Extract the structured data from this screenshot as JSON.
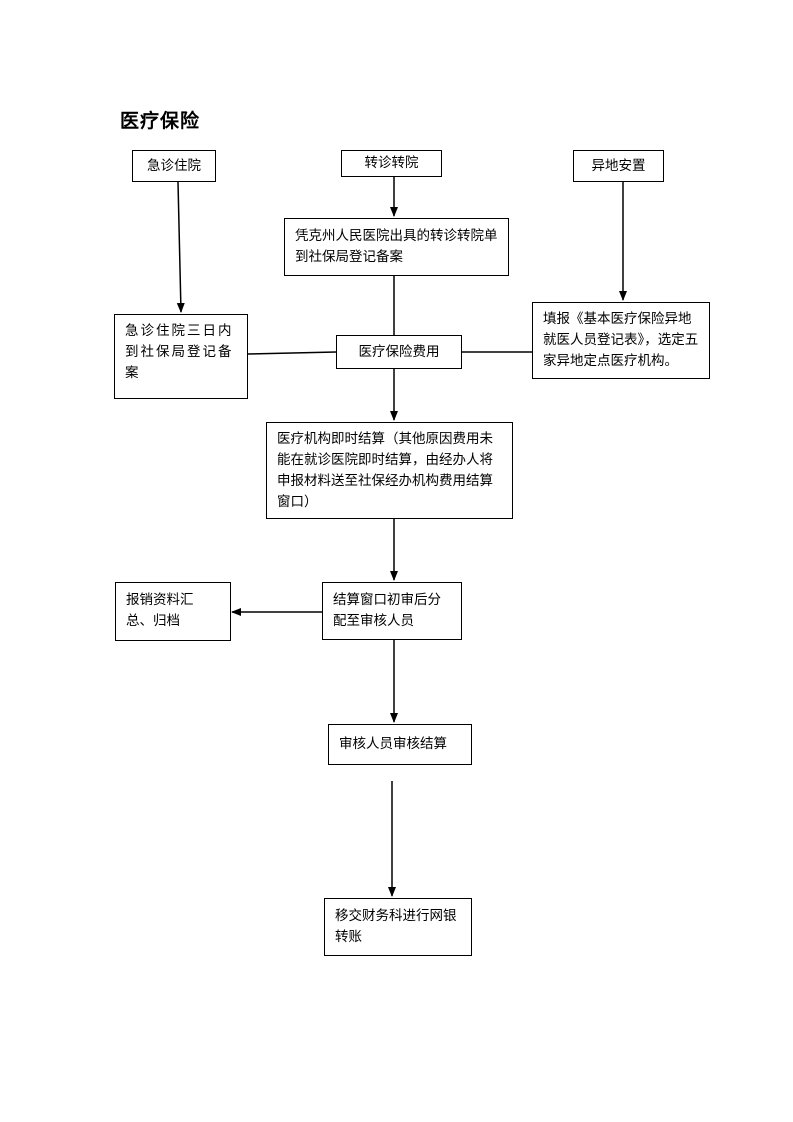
{
  "title": "医疗保险",
  "nodes": {
    "emergency": "急诊住院",
    "transfer": "转诊转院",
    "remote": "异地安置",
    "transfer_register": "凭克州人民医院出具的转诊转院单到社保局登记备案",
    "emergency_register": "急诊住院三日内到社保局登记备案",
    "remote_register": "填报《基本医疗保险异地就医人员登记表》，选定五家异地定点医疗机构。",
    "insurance_cost": "医疗保险费用",
    "instant_settlement": "医疗机构即时结算（其他原因费用未能在就诊医院即时结算，由经办人将申报材料送至社保经办机构费用结算窗口）",
    "window_review": "结算窗口初审后分配至审核人员",
    "archive": "报销资料汇总、归档",
    "audit": "审核人员审核结算",
    "finance": "移交财务科进行网银转账"
  }
}
